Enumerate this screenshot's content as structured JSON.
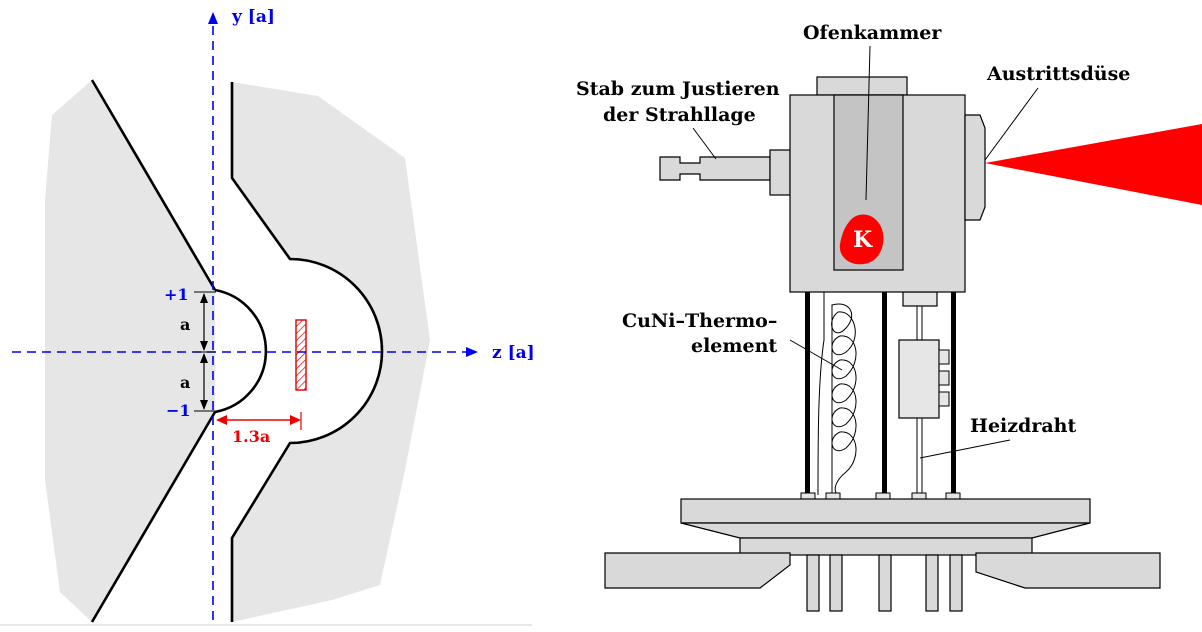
{
  "left_diagram": {
    "axis_y_label": "y [a]",
    "axis_z_label": "z [a]",
    "tick_plus": "+1",
    "tick_minus": "−1",
    "half_upper": "a",
    "half_lower": "a",
    "distance": "1.3a",
    "colors": {
      "axis": "#0000ee",
      "dimension": "#ee0000",
      "electrode_fill": "#e6e6e6"
    }
  },
  "right_diagram": {
    "oven_chamber": "Ofenkammer",
    "nozzle": "Austrittsdüse",
    "rod_line1": "Stab zum Justieren",
    "rod_line2": "der Strahllage",
    "thermo_line1": "CuNi–Thermo–",
    "thermo_line2": "element",
    "heater": "Heizdraht",
    "crucible_mark": "K",
    "colors": {
      "beam": "#ff0000",
      "body": "#d9d9d9",
      "inner": "#c4c4c4"
    }
  }
}
